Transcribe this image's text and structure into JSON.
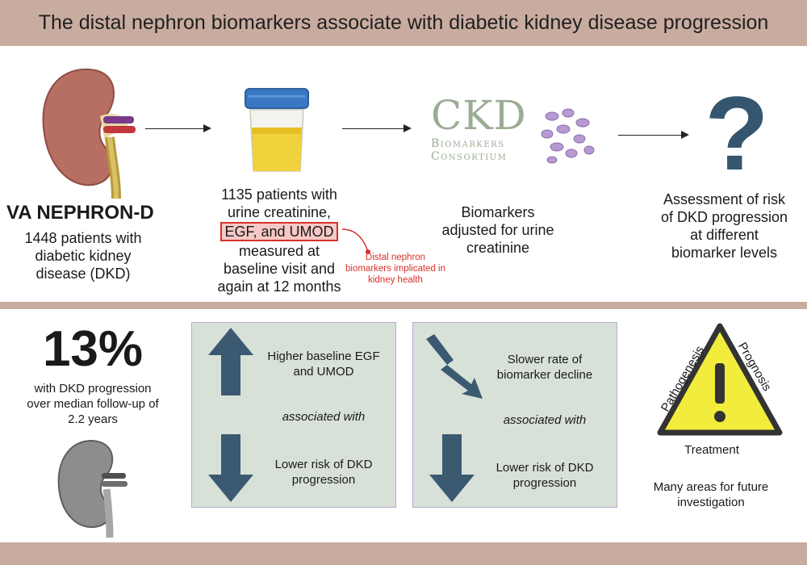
{
  "header": {
    "title": "The distal nephron biomarkers associate with diabetic kidney disease progression"
  },
  "top": {
    "study": {
      "name": "VA NEPHRON-D",
      "desc_lines": [
        "1448 patients with",
        "diabetic kidney",
        "disease (DKD)"
      ]
    },
    "measurement": {
      "line1": "1135 patients with",
      "line2": "urine creatinine,",
      "highlight": "EGF, and UMOD",
      "lines_after": [
        "measured at",
        "baseline visit and",
        "again at 12 months"
      ],
      "note_lines": [
        "Distal nephron",
        "biomarkers implicated in",
        "kidney health"
      ]
    },
    "consortium": {
      "logo_main": "CKD",
      "logo_sub1": "Biomarkers",
      "logo_sub2": "Consortium",
      "desc_lines": [
        "Biomarkers",
        "adjusted for urine",
        "creatinine"
      ]
    },
    "assessment": {
      "symbol": "?",
      "desc_lines": [
        "Assessment of risk",
        "of DKD progression",
        "at different",
        "biomarker levels"
      ]
    }
  },
  "bottom": {
    "stat": {
      "value": "13%",
      "desc_lines": [
        "with DKD progression",
        "over median follow-up of",
        "2.2 years"
      ]
    },
    "panel1": {
      "top_lines": [
        "Higher baseline EGF",
        "and UMOD"
      ],
      "middle": "associated with",
      "bottom_lines": [
        "Lower risk of DKD",
        "progression"
      ]
    },
    "panel2": {
      "top_lines": [
        "Slower rate of",
        "biomarker decline"
      ],
      "middle": "associated with",
      "bottom_lines": [
        "Lower risk of DKD",
        "progression"
      ]
    },
    "future": {
      "left_label": "Pathogenesis",
      "right_label": "Prognosis",
      "bottom_label": "Treatment",
      "desc_lines": [
        "Many areas for future",
        "investigation"
      ]
    }
  },
  "colors": {
    "band": "#c9aca0",
    "panel_bg": "#d8e1d8",
    "panel_border": "#b4aad2",
    "arrow_blue": "#3b5a72",
    "highlight_red": "#d9302c",
    "warning_yellow": "#f2ec3c",
    "logo_green": "#9bac94",
    "question_blue": "#34566e"
  }
}
